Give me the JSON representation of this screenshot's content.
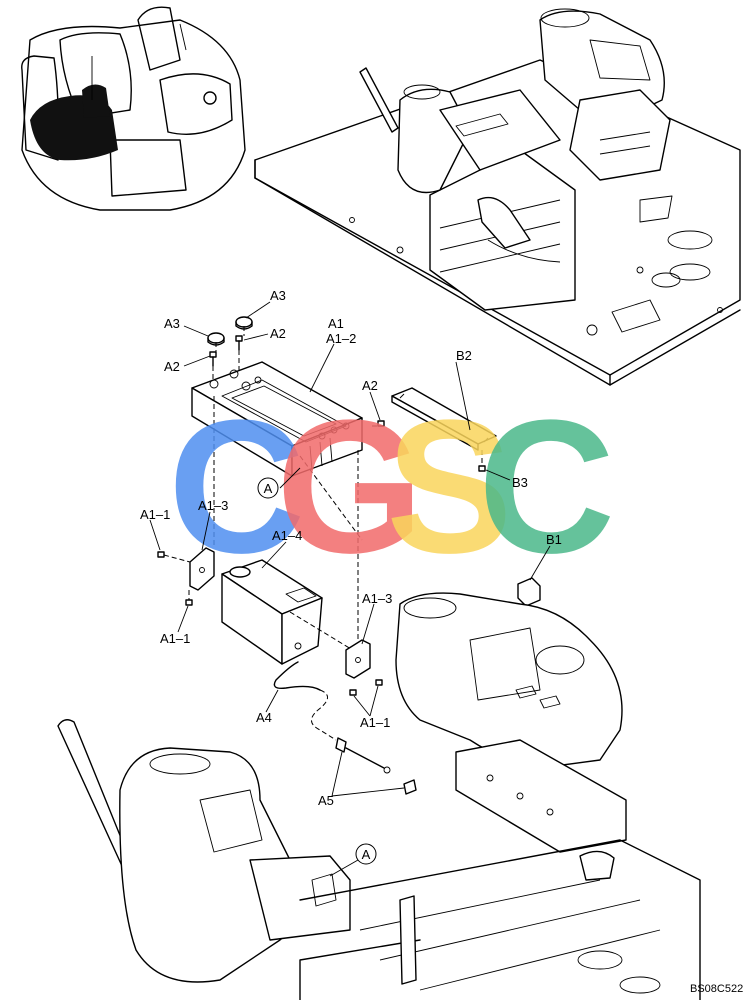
{
  "diagram": {
    "drawing_code": "BS08C522",
    "watermark": {
      "letters": [
        "C",
        "G",
        "S",
        "C"
      ],
      "colors": [
        "#4f8ff0",
        "#f26b6b",
        "#fad55c",
        "#4bb88a"
      ]
    },
    "labels": {
      "A1": "A1",
      "A1_2": "A1–2",
      "A1_3_left": "A1–3",
      "A1_3_right": "A1–3",
      "A1_4": "A1–4",
      "A1_1_tl": "A1–1",
      "A1_1_bl": "A1–1",
      "A1_1_br": "A1–1",
      "A2_top": "A2",
      "A2_left": "A2",
      "A2_right": "A2",
      "A3_top": "A3",
      "A3_left": "A3",
      "A4": "A4",
      "A5": "A5",
      "B1": "B1",
      "B2": "B2",
      "B3": "B3",
      "callout_A_top": "A",
      "callout_A_bottom": "A"
    }
  }
}
